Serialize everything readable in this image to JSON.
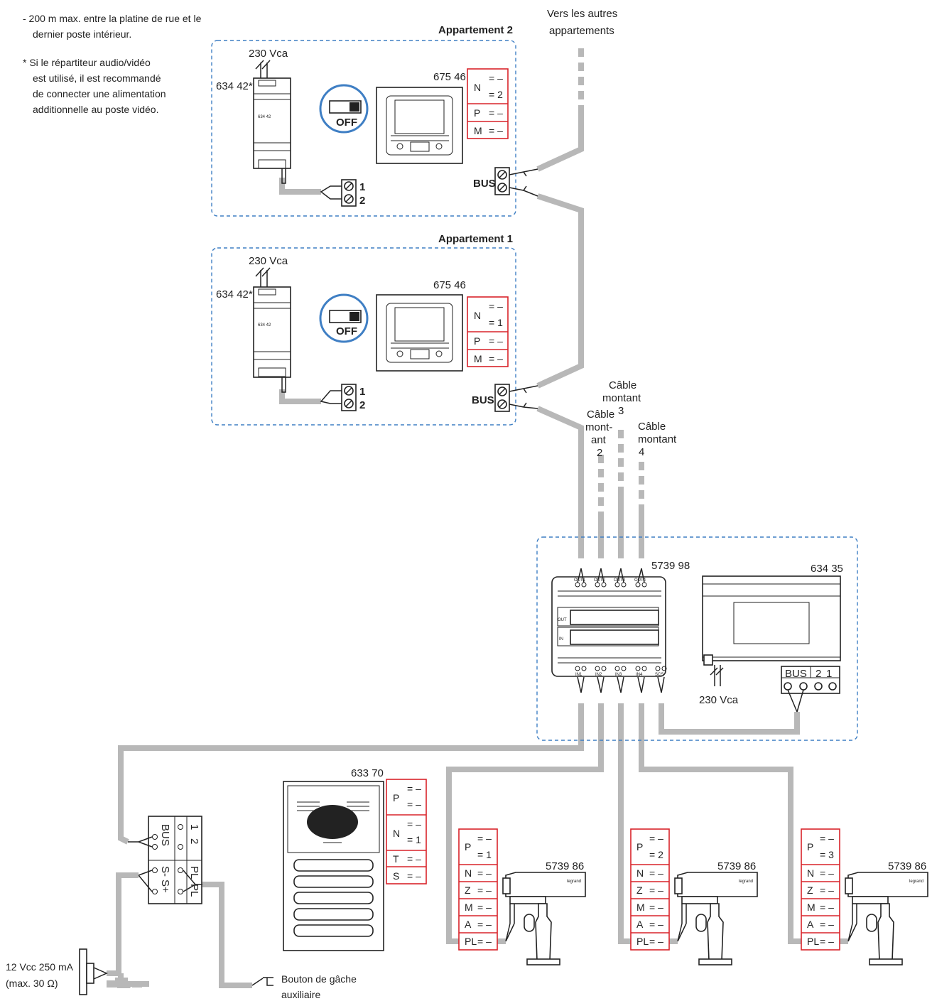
{
  "notes": {
    "line1a": "- 200 m max. entre la platine de rue et le",
    "line1b": "dernier poste intérieur.",
    "line2a": "* Si le répartiteur audio/vidéo",
    "line2b": "est utilisé, il est recommandé",
    "line2c": "de connecter une alimentation",
    "line2d": "additionnelle au poste vidéo."
  },
  "other_apts": {
    "line1": "Vers les autres",
    "line2": "appartements"
  },
  "apt2": {
    "title": "Appartement 2",
    "mains": "230 Vca",
    "psu_ref": "634 42*",
    "monitor_ref": "675 46",
    "switch": "OFF",
    "bus": "BUS",
    "t1": "1",
    "t2": "2",
    "cfg": {
      "N": "N",
      "n1": "= –",
      "n2": "= 2",
      "P": "P",
      "p": "= –",
      "M": "M",
      "m": "= –"
    }
  },
  "apt1": {
    "title": "Appartement 1",
    "mains": "230 Vca",
    "psu_ref": "634 42*",
    "monitor_ref": "675 46",
    "switch": "OFF",
    "bus": "BUS",
    "t1": "1",
    "t2": "2",
    "cfg": {
      "N": "N",
      "n1": "= –",
      "n2": "= 1",
      "P": "P",
      "p": "= –",
      "M": "M",
      "m": "= –"
    }
  },
  "riser": {
    "c2": [
      "Câble",
      "mont-",
      "ant",
      "2"
    ],
    "c3": [
      "Câble",
      "montant",
      "3"
    ],
    "c4": [
      "Câble",
      "montant",
      "4"
    ]
  },
  "distributor": {
    "ref": "5739 98",
    "out_labels": [
      "OUT1",
      "OUT2",
      "OUT3",
      "OUT4"
    ],
    "in_labels": [
      "IN1",
      "IN2",
      "IN3",
      "IN4",
      "SCS"
    ],
    "out": "OUT",
    "in": "IN"
  },
  "power_supply": {
    "ref": "634 35",
    "bus": "BUS",
    "n2": "2",
    "n1": "1",
    "mains": "230 Vca"
  },
  "street_panel": {
    "ref": "633 70",
    "cfg": {
      "P": "P",
      "p1": "= –",
      "p2": "= –",
      "N": "N",
      "n1": "= –",
      "n2": "= 1",
      "T": "T",
      "t": "= –",
      "S": "S",
      "s": "= –"
    }
  },
  "cameras": [
    {
      "ref": "5739 86",
      "P": "P",
      "p1": "= –",
      "p2": "= 1",
      "rows": [
        "N",
        "Z",
        "M",
        "A",
        "PL"
      ],
      "vals": [
        "= –",
        "= –",
        "= –",
        "= –",
        "= –"
      ],
      "brand": "legrand"
    },
    {
      "ref": "5739 86",
      "P": "P",
      "p1": "= –",
      "p2": "= 2",
      "rows": [
        "N",
        "Z",
        "M",
        "A",
        "PL"
      ],
      "vals": [
        "= –",
        "= –",
        "= –",
        "= –",
        "= –"
      ],
      "brand": "legrand"
    },
    {
      "ref": "5739 86",
      "P": "P",
      "p1": "= –",
      "p2": "= 3",
      "rows": [
        "N",
        "Z",
        "M",
        "A",
        "PL"
      ],
      "vals": [
        "= –",
        "= –",
        "= –",
        "= –",
        "= –"
      ],
      "brand": "legrand"
    }
  ],
  "interface": {
    "bus": "BUS",
    "n1": "1",
    "n2": "2",
    "s": "S-",
    "s2": "S+",
    "pl": "PL",
    "pl2": "PL"
  },
  "lock": {
    "line1": "12 Vcc 250 mA",
    "line2": "(max. 30 Ω)"
  },
  "aux_button": {
    "line1": "Bouton de gâche",
    "line2": "auxiliaire"
  },
  "colors": {
    "zone": "#3f7fc4",
    "config_box": "#d9232a",
    "cable": "#b8b8b8"
  }
}
